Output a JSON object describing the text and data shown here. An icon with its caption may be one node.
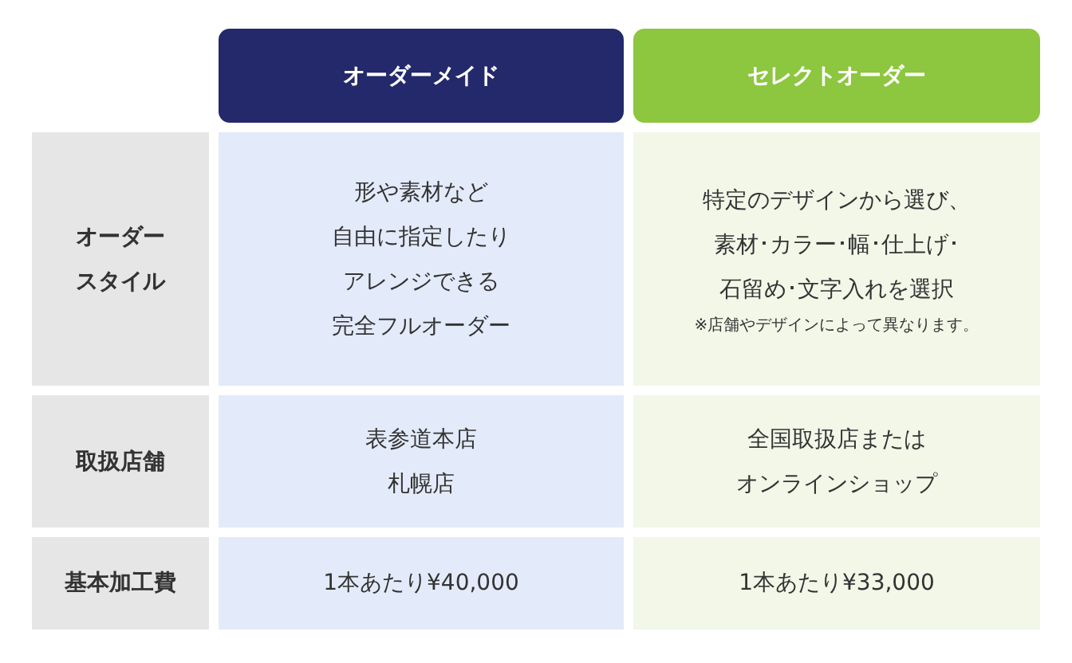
{
  "diagram": {
    "labels": [
      "オーダーメイド",
      "セレクトオーダー",
      "オーダー",
      "スタイル",
      "形や素材など",
      "自由に指定したり",
      "アレンジできる",
      "完全フルオーダー",
      "特定のデザインから選び、",
      "素材･カラー･幅･仕上げ･",
      "石留め･文字入れを選択",
      "※店舗やデザインによって異なります。",
      "取扱店舗",
      "表参道本店",
      "札幌店",
      "全国取扱店または",
      "オンラインショップ",
      "基本加工費",
      "1本あたり¥40,000",
      "1本あたり¥33,000"
    ]
  }
}
